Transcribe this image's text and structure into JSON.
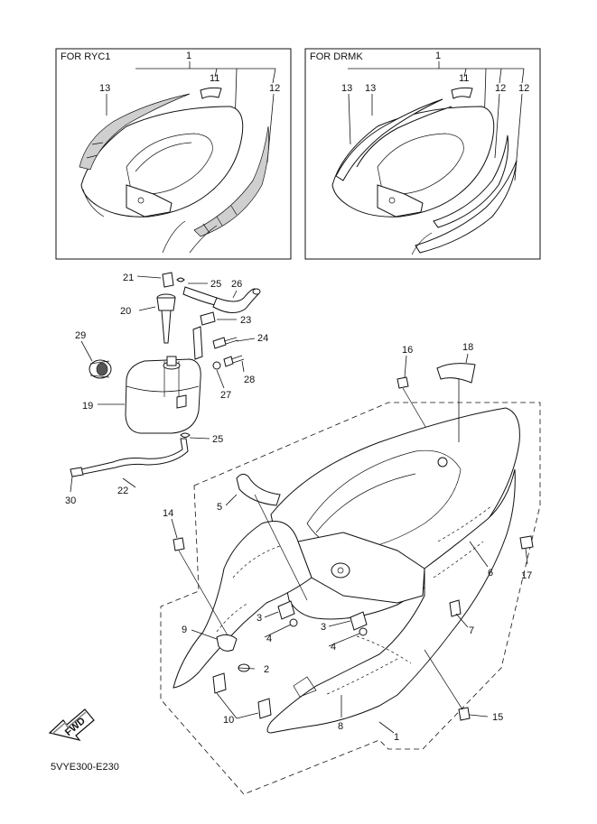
{
  "insets": [
    {
      "title": "FOR RYC1",
      "callouts": [
        "1",
        "11",
        "12",
        "13"
      ]
    },
    {
      "title": "FOR DRMK",
      "callouts": [
        "1",
        "11",
        "12",
        "12",
        "13",
        "13"
      ]
    }
  ],
  "callouts": {
    "c1": "1",
    "c2": "2",
    "c3a": "3",
    "c3b": "3",
    "c4a": "4",
    "c4b": "4",
    "c5": "5",
    "c6": "6",
    "c7": "7",
    "c8": "8",
    "c9": "9",
    "c10": "10",
    "c14": "14",
    "c15": "15",
    "c16": "16",
    "c17": "17",
    "c18": "18",
    "c19": "19",
    "c20": "20",
    "c21": "21",
    "c22": "22",
    "c23": "23",
    "c24": "24",
    "c25a": "25",
    "c25b": "25",
    "c26": "26",
    "c27": "27",
    "c28": "28",
    "c29": "29",
    "c30": "30"
  },
  "inset_callouts": {
    "r1": "1",
    "r11": "11",
    "r12": "12",
    "r13": "13",
    "d1": "1",
    "d11": "11",
    "d12a": "12",
    "d12b": "12",
    "d13a": "13",
    "d13b": "13"
  },
  "fwd_label": "FWD",
  "diagram_code": "5VYE300-E230"
}
